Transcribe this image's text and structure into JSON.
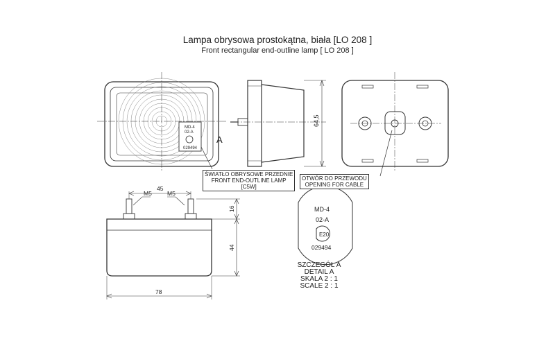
{
  "title": "Lampa obrysowa prostokątna, biała [LO 208 ]",
  "subtitle": "Front rectangular end-outline lamp [ LO 208 ]",
  "front_view": {
    "marker_top": "MD-4",
    "marker_mid": "02-A",
    "marker_code": "029494",
    "detail_letter": "A",
    "callout_line1": "ŚWIATŁO OBRYSOWE PRZEDNIE",
    "callout_line2": "FRONT END-OUTLINE LAMP",
    "callout_line3": "[C5W]"
  },
  "side_view": {
    "dim_height": "64,5"
  },
  "back_view": {
    "callout_line1": "OTWÓR DO PRZEWODU",
    "callout_line2": "OPENING FOR CABLE"
  },
  "bottom_view": {
    "dim_bolt_spacing": "45",
    "thread_left": "M5",
    "thread_right": "M5",
    "dim_stud": "16",
    "dim_body": "44",
    "dim_width": "78"
  },
  "detail_view": {
    "line1": "MD-4",
    "line2": "02-A",
    "emark": "E20",
    "code": "029494",
    "caption_pl": "SZCZEGÓŁ A",
    "caption_en": "DETAIL A",
    "scale_pl": "SKALA 2 : 1",
    "scale_en": "SCALE 2 : 1"
  }
}
